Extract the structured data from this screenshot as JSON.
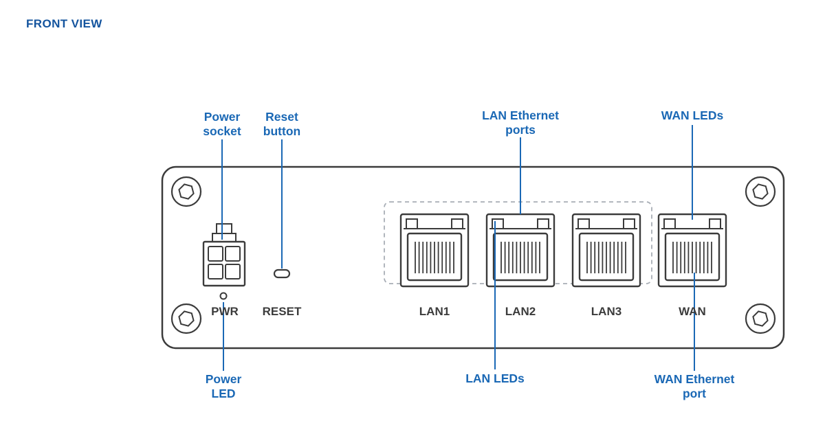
{
  "title": "FRONT VIEW",
  "colors": {
    "accent_blue": "#1a68b5",
    "outline_gray": "#3b3b3b",
    "dashed_gray": "#a7adb5"
  },
  "device": {
    "ports": [
      "LAN1",
      "LAN2",
      "LAN3",
      "WAN"
    ],
    "power_label": "PWR",
    "reset_label": "RESET"
  },
  "callouts": {
    "power_socket": "Power socket",
    "reset_button": "Reset button",
    "lan_ethernet_ports": "LAN Ethernet ports",
    "wan_leds": "WAN LEDs",
    "power_led": "Power LED",
    "lan_leds": "LAN LEDs",
    "wan_ethernet_port": "WAN Ethernet port"
  }
}
